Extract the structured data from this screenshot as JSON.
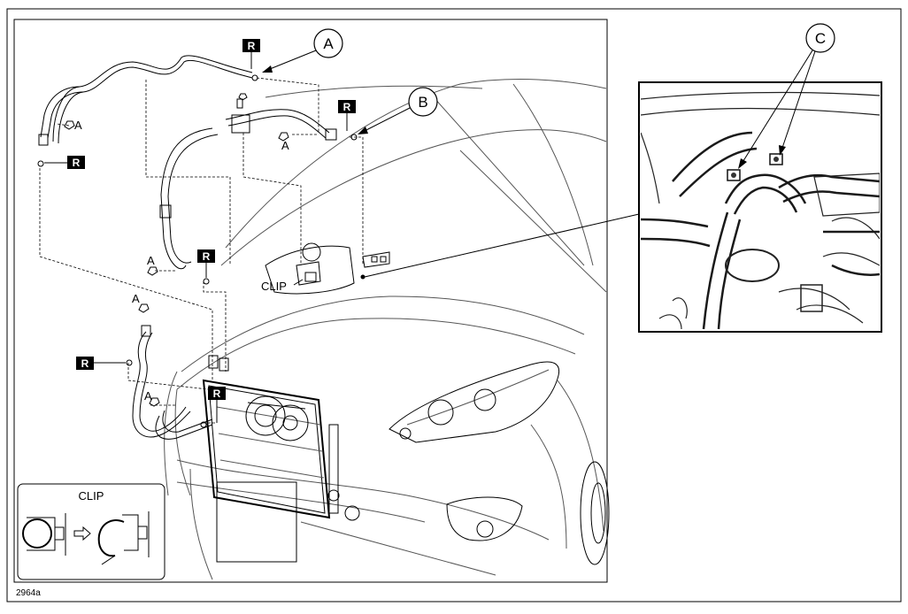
{
  "figure_id": "2964a",
  "callouts": {
    "a": "A",
    "b": "B",
    "c": "C"
  },
  "fastener_label": "A",
  "replace_mark": "R",
  "clip_label": "CLIP",
  "inset_clip_title": "CLIP",
  "colors": {
    "line": "#000000",
    "tag_background": "#000000",
    "tag_text": "#ffffff",
    "photo_background": "#ffffff"
  }
}
